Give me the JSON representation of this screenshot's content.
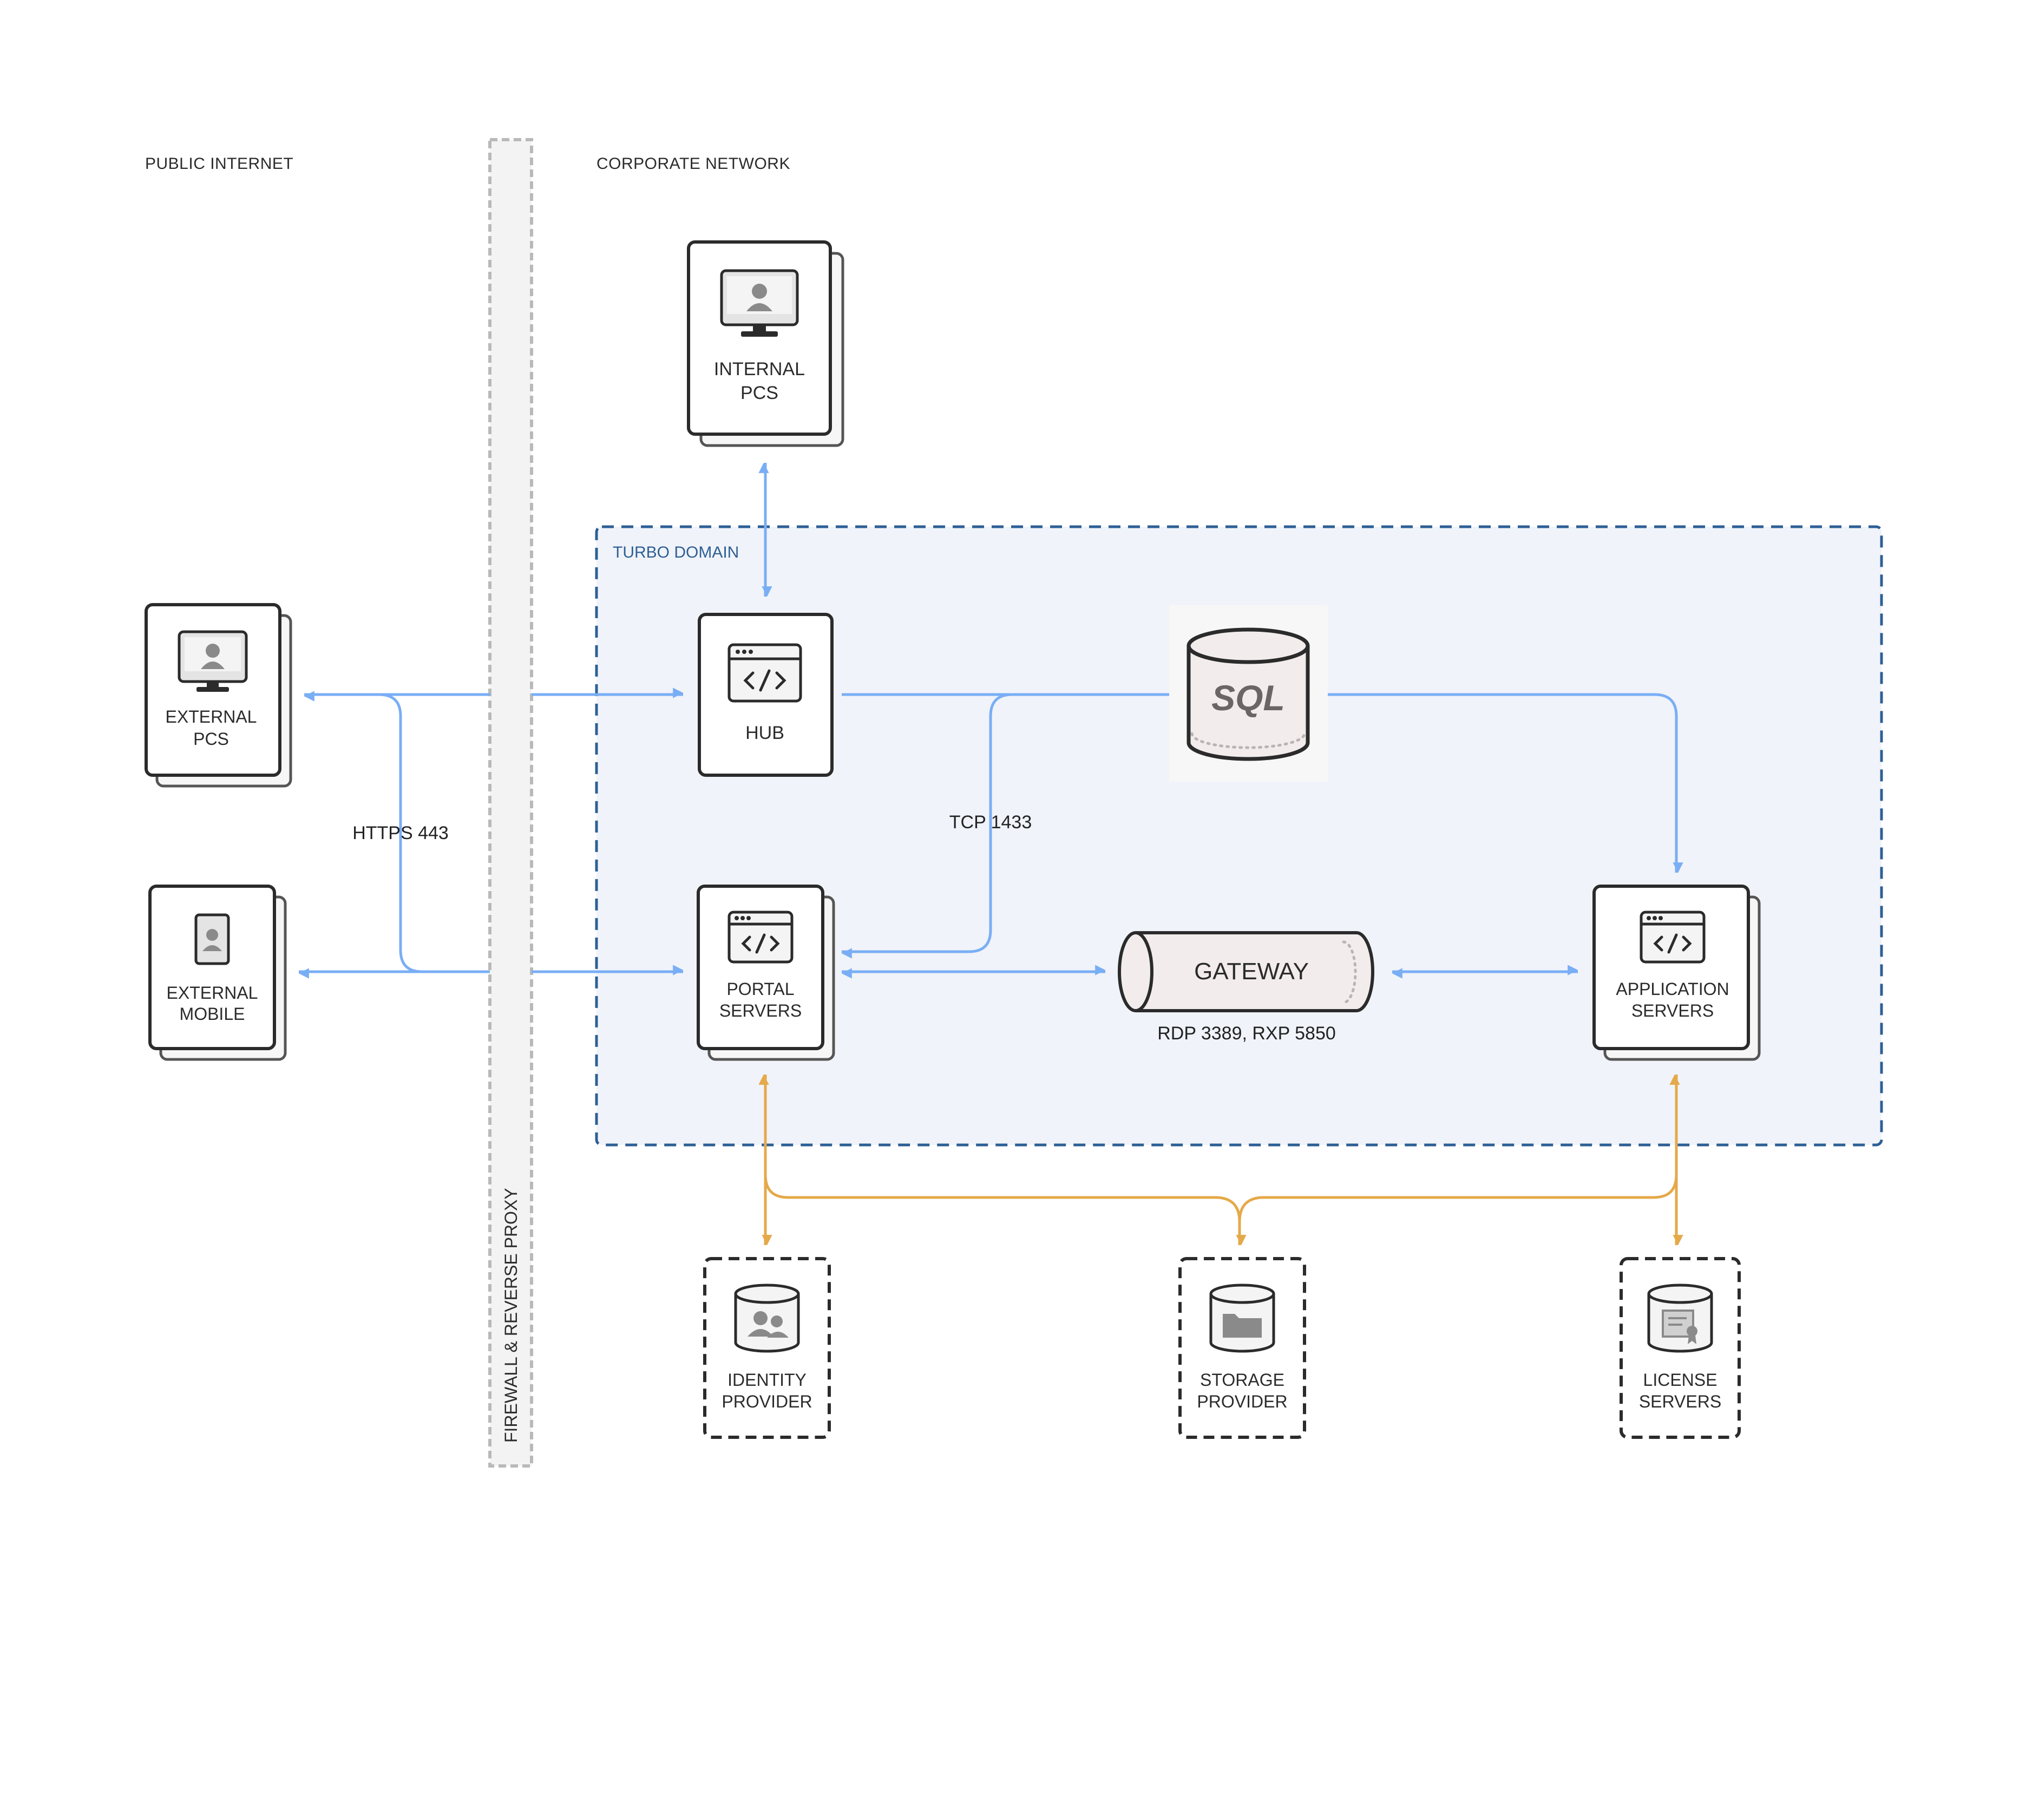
{
  "zones": {
    "public_internet": "PUBLIC INTERNET",
    "corporate_network": "CORPORATE NETWORK",
    "firewall": "FIREWALL & REVERSE PROXY",
    "turbo_domain": "TURBO DOMAIN"
  },
  "nodes": {
    "internal_pcs": [
      "INTERNAL",
      "PCS"
    ],
    "external_pcs": [
      "EXTERNAL",
      "PCS"
    ],
    "external_mobile": [
      "EXTERNAL",
      "MOBILE"
    ],
    "hub": [
      "HUB"
    ],
    "sql": "SQL",
    "portal_servers": [
      "PORTAL",
      "SERVERS"
    ],
    "gateway": "GATEWAY",
    "application_servers": [
      "APPLICATION",
      "SERVERS"
    ],
    "identity_provider": [
      "IDENTITY",
      "PROVIDER"
    ],
    "storage_provider": [
      "STORAGE",
      "PROVIDER"
    ],
    "license_servers": [
      "LICENSE",
      "SERVERS"
    ]
  },
  "edge_labels": {
    "https": "HTTPS 443",
    "tcp": "TCP 1433",
    "rdp": "RDP 3389, RXP 5850"
  },
  "colors": {
    "blue_arrow": "#79aef5",
    "orange_arrow": "#e5a94a",
    "domain_border": "#2d5f95",
    "domain_fill": "#f0f3f9",
    "node_border": "#2b2b2b",
    "firewall": "#b9b9b9"
  },
  "icons": {
    "internal_pcs": "monitor-user-icon",
    "external_pcs": "monitor-user-icon",
    "external_mobile": "mobile-user-icon",
    "hub": "code-window-icon",
    "portal_servers": "code-window-icon",
    "application_servers": "code-window-icon",
    "identity_provider": "database-users-icon",
    "storage_provider": "database-folder-icon",
    "license_servers": "database-certificate-icon"
  }
}
